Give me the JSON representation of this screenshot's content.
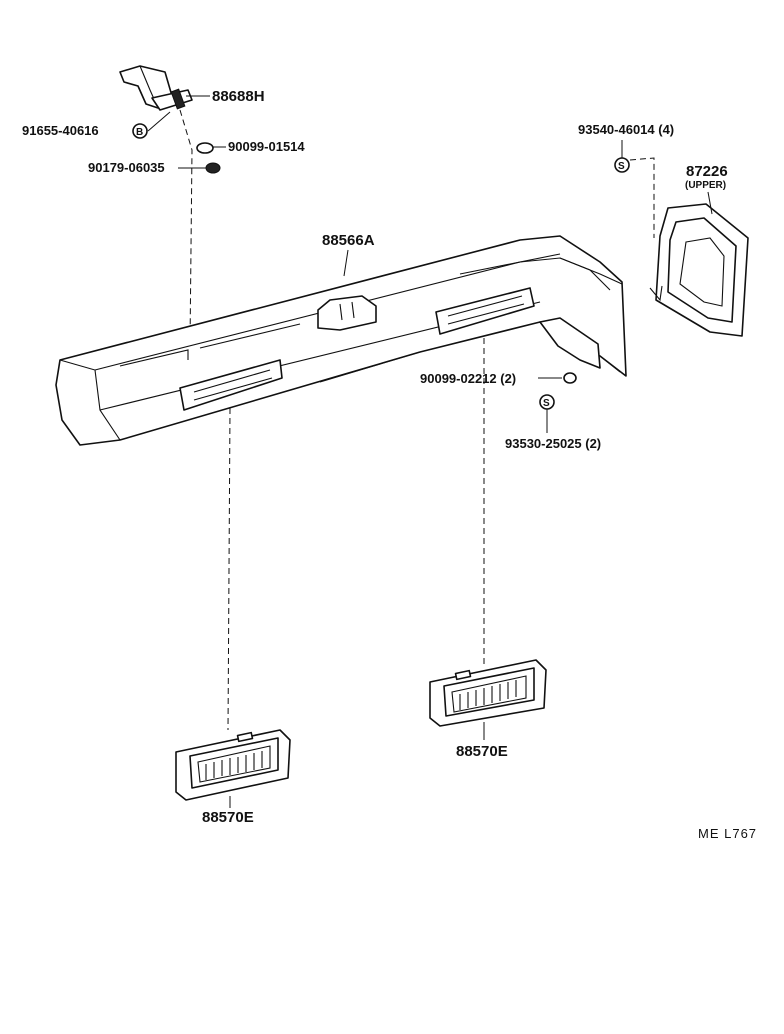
{
  "parts": {
    "bracket": "88688H",
    "screw": "91655-40616",
    "washer": "90099-01514",
    "nut": "90179-06035",
    "duct": "88566A",
    "grommet": "90099-02212 (2)",
    "fastener": "93530-25025 (2)",
    "screw_upper": "93540-46014 (4)",
    "panel": "87226",
    "panel_note": "(UPPER)",
    "vent_left": "88570E",
    "vent_right": "88570E"
  },
  "symbols": {
    "b_mark": "B",
    "s_mark": "S"
  },
  "footer_code": "ME  L767"
}
